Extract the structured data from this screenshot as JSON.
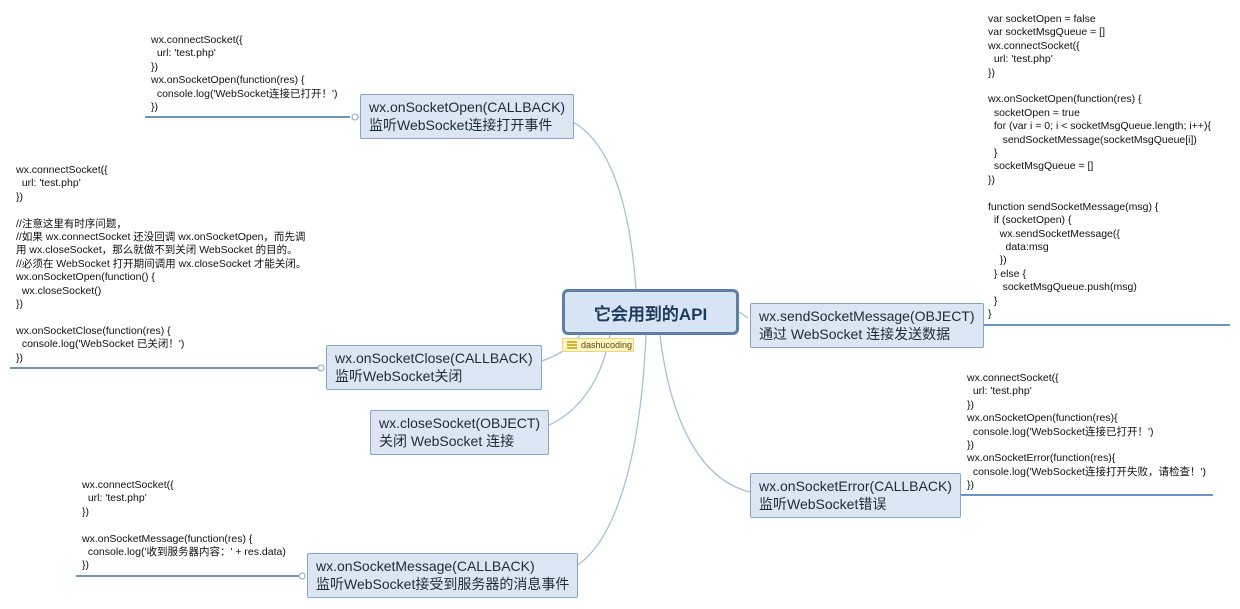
{
  "root": {
    "title": "它会用到的API"
  },
  "tag": {
    "label": "dashucoding"
  },
  "nodes": {
    "on_socket_open": {
      "title": "wx.onSocketOpen(CALLBACK)",
      "desc": "监听WebSocket连接打开事件"
    },
    "send_socket_message": {
      "title": "wx.sendSocketMessage(OBJECT)",
      "desc": "通过 WebSocket 连接发送数据"
    },
    "on_socket_close": {
      "title": "wx.onSocketClose(CALLBACK)",
      "desc": "监听WebSocket关闭"
    },
    "close_socket": {
      "title": "wx.closeSocket(OBJECT)",
      "desc": "关闭 WebSocket 连接"
    },
    "on_socket_error": {
      "title": "wx.onSocketError(CALLBACK)",
      "desc": "监听WebSocket错误"
    },
    "on_socket_message": {
      "title": "wx.onSocketMessage(CALLBACK)",
      "desc": "监听WebSocket接受到服务器的消息事件"
    }
  },
  "notes": {
    "open": "wx.connectSocket({\n  url: 'test.php'\n})\nwx.onSocketOpen(function(res) {\n  console.log('WebSocket连接已打开！')\n})",
    "send": "var socketOpen = false\nvar socketMsgQueue = []\nwx.connectSocket({\n  url: 'test.php'\n})\n\nwx.onSocketOpen(function(res) {\n  socketOpen = true\n  for (var i = 0; i < socketMsgQueue.length; i++){\n     sendSocketMessage(socketMsgQueue[i])\n  }\n  socketMsgQueue = []\n})\n\nfunction sendSocketMessage(msg) {\n  if (socketOpen) {\n    wx.sendSocketMessage({\n      data:msg\n    })\n  } else {\n     socketMsgQueue.push(msg)\n  }\n}",
    "close": "wx.connectSocket({\n  url: 'test.php'\n})\n\n//注意这里有时序问题，\n//如果 wx.connectSocket 还没回调 wx.onSocketOpen，而先调\n用 wx.closeSocket，那么就做不到关闭 WebSocket 的目的。\n//必须在 WebSocket 打开期间调用 wx.closeSocket 才能关闭。\nwx.onSocketOpen(function() {\n  wx.closeSocket()\n})\n\nwx.onSocketClose(function(res) {\n  console.log('WebSocket 已关闭！')\n})",
    "error": "wx.connectSocket({\n  url: 'test.php'\n})\nwx.onSocketOpen(function(res){\n  console.log('WebSocket连接已打开！')\n})\nwx.onSocketError(function(res){\n  console.log('WebSocket连接打开失败，请检查！')\n})",
    "message": "wx.connectSocket({\n  url: 'test.php'\n})\n\nwx.onSocketMessage(function(res) {\n  console.log('收到服务器内容：' + res.data)\n})"
  },
  "colors": {
    "branch": "#a9bfd8",
    "underline": "#3d6fb0",
    "node_fill": "#dce6f2",
    "root_border": "#5b7fa8"
  }
}
